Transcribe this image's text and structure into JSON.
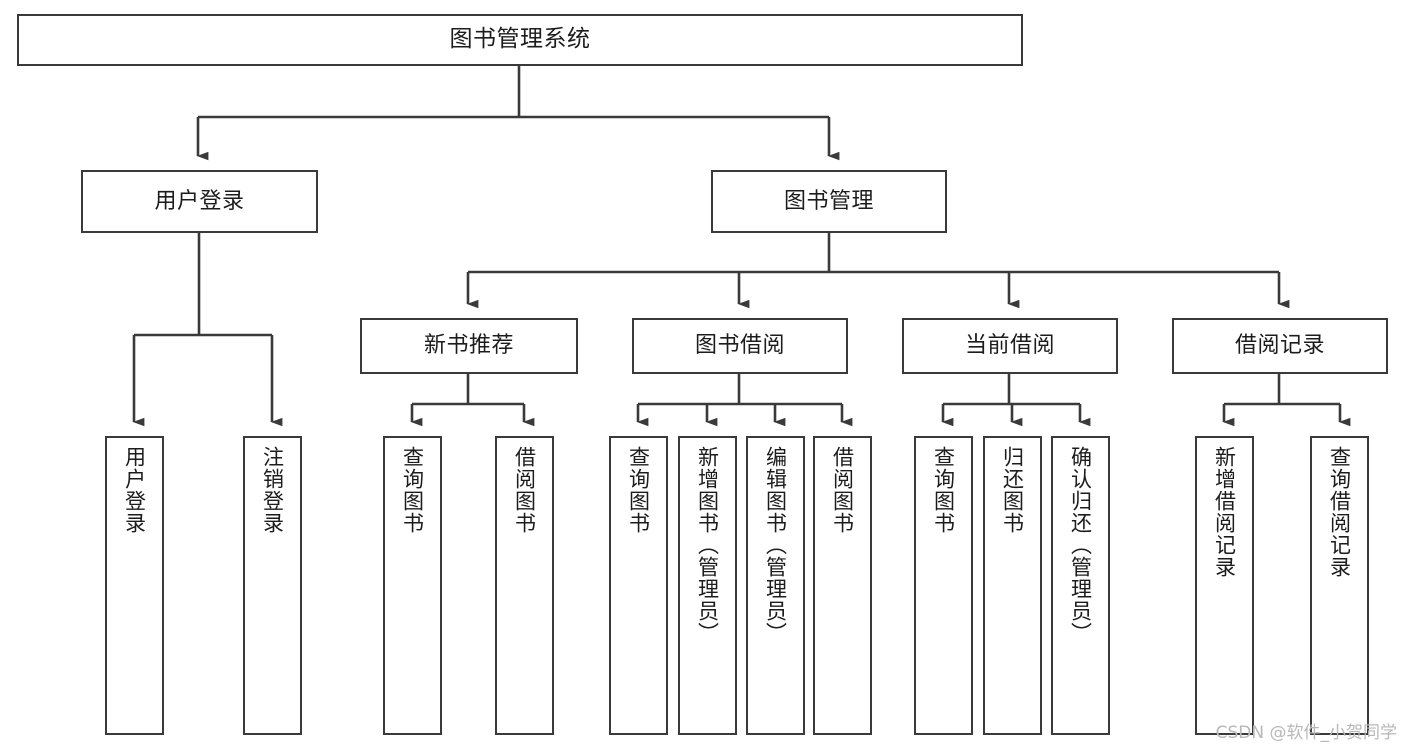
{
  "diagram": {
    "title": "图书管理系统",
    "type": "功能结构图",
    "watermark": "CSDN @软件_小贺同学",
    "style": {
      "box_border_color": "#3a3a3a",
      "box_fill_color": "#ffffff",
      "connector_color": "#3a3a3a",
      "background_color": "#ffffff",
      "watermark_color": "#b8b8b8"
    },
    "root": {
      "label": "图书管理系统"
    },
    "level2": [
      {
        "label": "用户登录"
      },
      {
        "label": "图书管理"
      }
    ],
    "level3": [
      {
        "label": "新书推荐"
      },
      {
        "label": "图书借阅"
      },
      {
        "label": "当前借阅"
      },
      {
        "label": "借阅记录"
      }
    ],
    "leaves": {
      "user_login": [
        {
          "label": "用户登录"
        },
        {
          "label": "注销登录"
        }
      ],
      "new_book_recommend": [
        {
          "label": "查询图书"
        },
        {
          "label": "借阅图书"
        }
      ],
      "book_borrow": [
        {
          "label": "查询图书"
        },
        {
          "label": "新增图书（管理员）"
        },
        {
          "label": "编辑图书（管理员）"
        },
        {
          "label": "借阅图书"
        }
      ],
      "current_borrow": [
        {
          "label": "查询图书"
        },
        {
          "label": "归还图书"
        },
        {
          "label": "确认归还（管理员）"
        }
      ],
      "borrow_records": [
        {
          "label": "新增借阅记录"
        },
        {
          "label": "查询借阅记录"
        }
      ]
    }
  }
}
